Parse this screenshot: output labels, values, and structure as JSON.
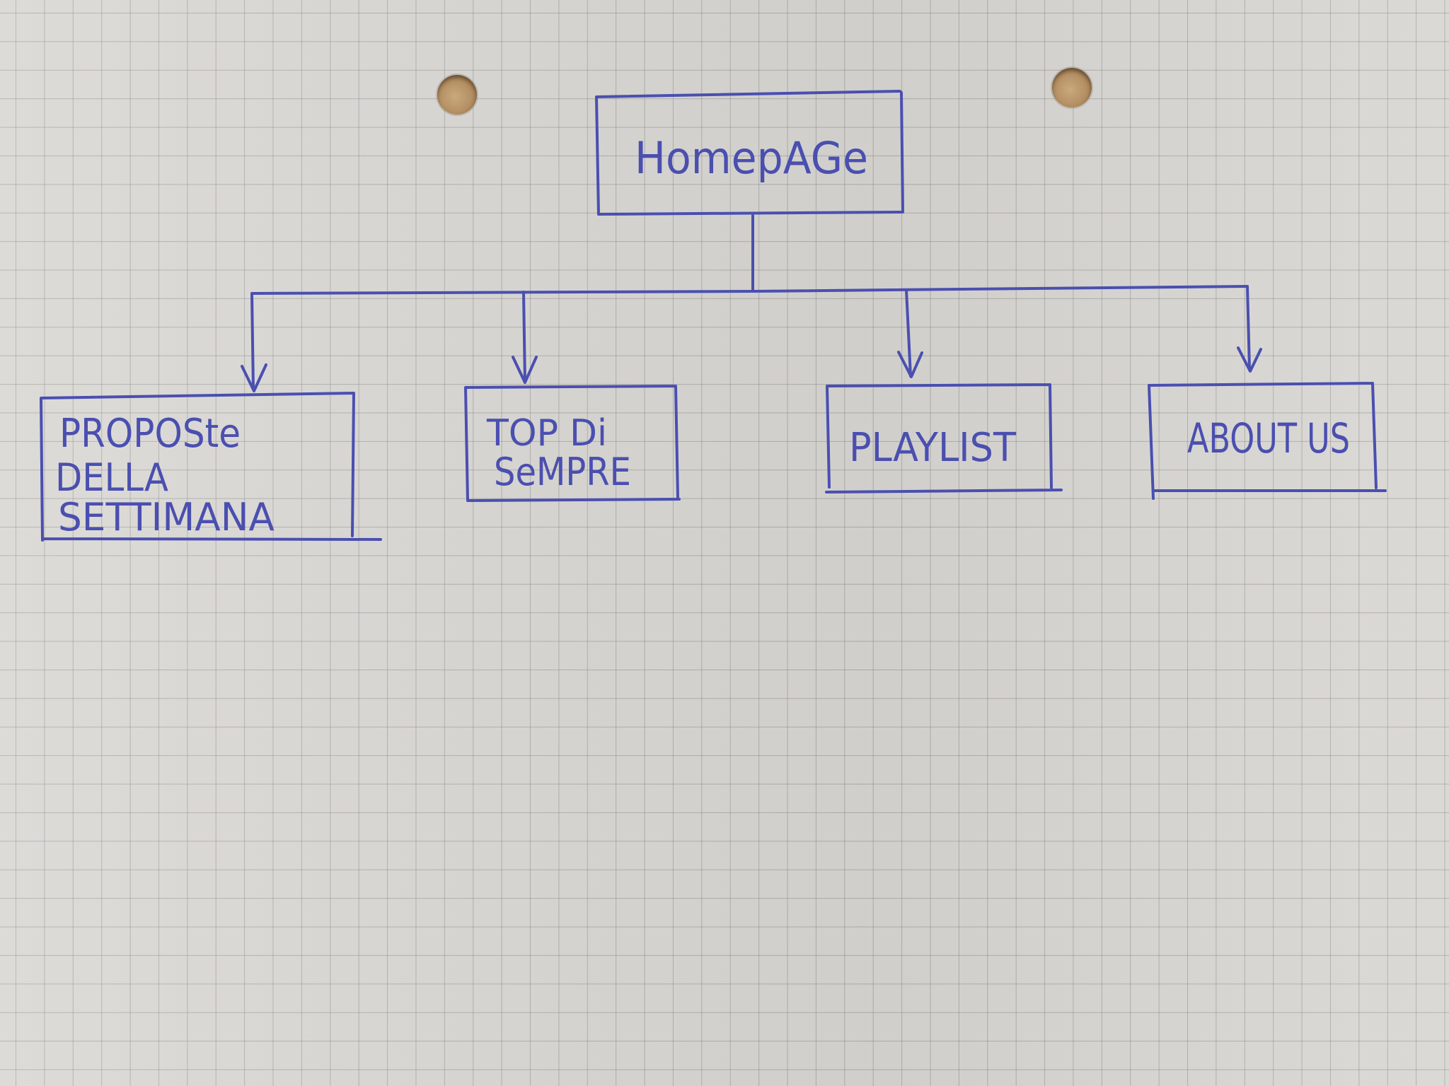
{
  "diagram": {
    "root": {
      "label": "HomepAGe"
    },
    "children": [
      {
        "lines": [
          "PROPOSte",
          "DELLA",
          "SETTIMANA"
        ]
      },
      {
        "lines": [
          "TOP Di",
          "SeMPRE"
        ]
      },
      {
        "lines": [
          "PLAYLIST"
        ]
      },
      {
        "lines": [
          "ABOUT US"
        ]
      }
    ]
  },
  "colors": {
    "ink": "#4a4fb0",
    "paper": "#d9d7d3",
    "grid": "#7a7a78"
  }
}
